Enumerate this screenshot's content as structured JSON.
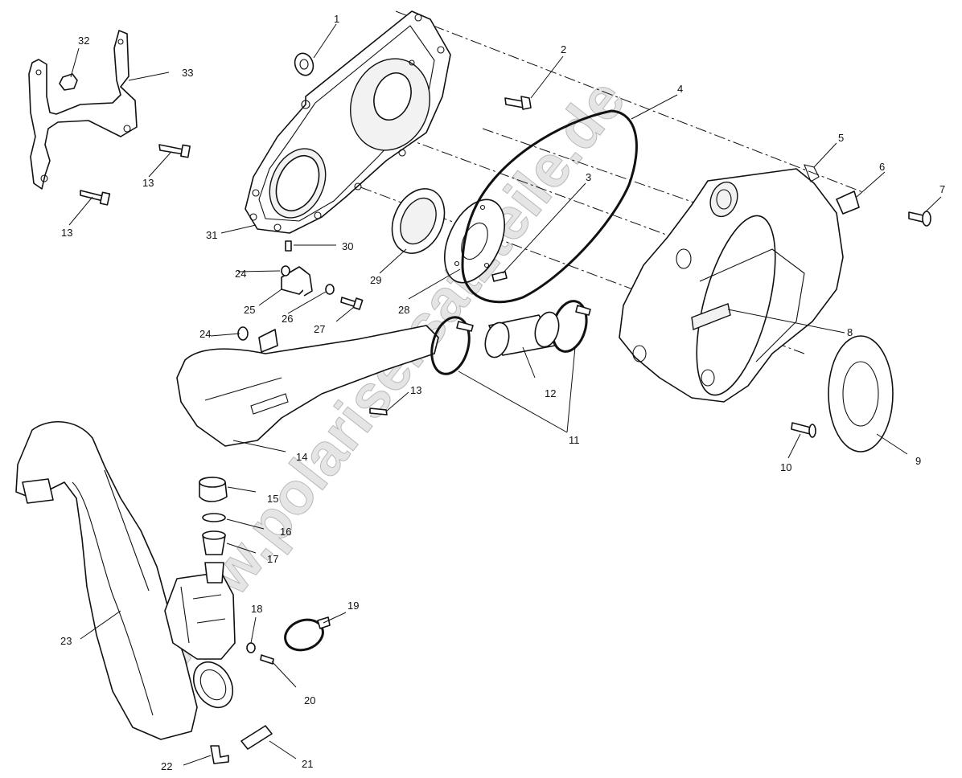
{
  "watermark": {
    "text": "www.polarisersatzteile.de",
    "color": "#cfcfcf"
  },
  "callouts": [
    {
      "id": "label-1",
      "text": "1"
    },
    {
      "id": "label-2",
      "text": "2"
    },
    {
      "id": "label-3",
      "text": "3"
    },
    {
      "id": "label-4",
      "text": "4"
    },
    {
      "id": "label-5",
      "text": "5"
    },
    {
      "id": "label-6",
      "text": "6"
    },
    {
      "id": "label-7",
      "text": "7"
    },
    {
      "id": "label-8",
      "text": "8"
    },
    {
      "id": "label-9",
      "text": "9"
    },
    {
      "id": "label-10",
      "text": "10"
    },
    {
      "id": "label-11",
      "text": "11"
    },
    {
      "id": "label-12",
      "text": "12"
    },
    {
      "id": "label-13a",
      "text": "13"
    },
    {
      "id": "label-13b",
      "text": "13"
    },
    {
      "id": "label-13c",
      "text": "13"
    },
    {
      "id": "label-14",
      "text": "14"
    },
    {
      "id": "label-15",
      "text": "15"
    },
    {
      "id": "label-16",
      "text": "16"
    },
    {
      "id": "label-17",
      "text": "17"
    },
    {
      "id": "label-18",
      "text": "18"
    },
    {
      "id": "label-19",
      "text": "19"
    },
    {
      "id": "label-20",
      "text": "20"
    },
    {
      "id": "label-21",
      "text": "21"
    },
    {
      "id": "label-22",
      "text": "22"
    },
    {
      "id": "label-23",
      "text": "23"
    },
    {
      "id": "label-24a",
      "text": "24"
    },
    {
      "id": "label-24b",
      "text": "24"
    },
    {
      "id": "label-25",
      "text": "25"
    },
    {
      "id": "label-26",
      "text": "26"
    },
    {
      "id": "label-27",
      "text": "27"
    },
    {
      "id": "label-28",
      "text": "28"
    },
    {
      "id": "label-29",
      "text": "29"
    },
    {
      "id": "label-30",
      "text": "30"
    },
    {
      "id": "label-31",
      "text": "31"
    },
    {
      "id": "label-32",
      "text": "32"
    },
    {
      "id": "label-33",
      "text": "33"
    }
  ]
}
